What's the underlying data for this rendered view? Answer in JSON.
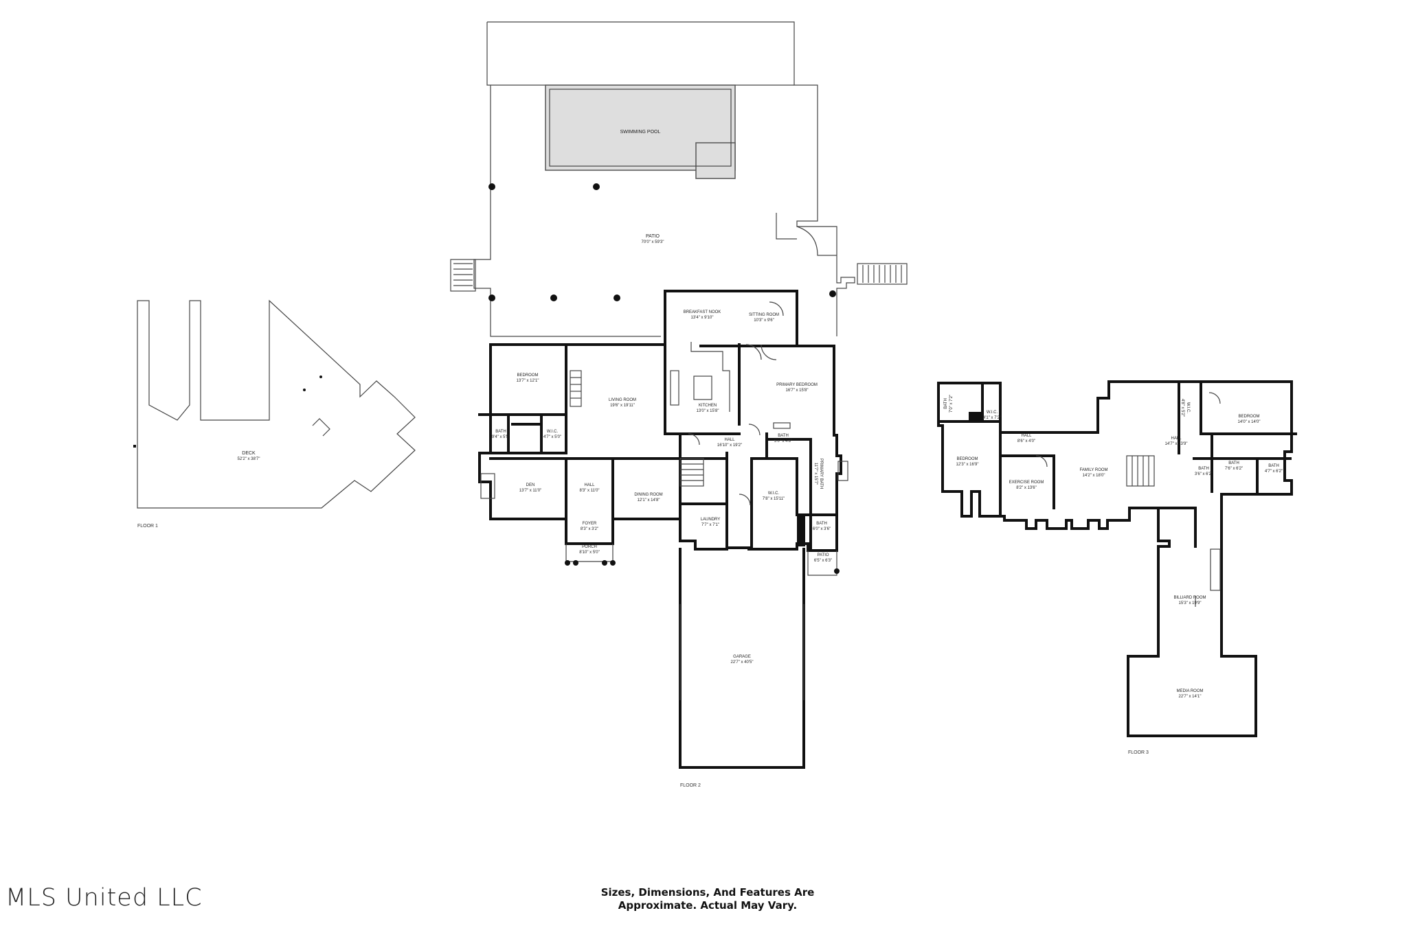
{
  "brand": "MLS United LLC",
  "disclaimer": {
    "line1": "Sizes, Dimensions, And Features Are",
    "line2": "Approximate. Actual May Vary."
  },
  "floors": {
    "floor1": {
      "label": "FLOOR 1",
      "rooms": {
        "deck": {
          "name": "DECK",
          "dim": "52'2\" x 38'7\""
        }
      }
    },
    "floor2": {
      "label": "FLOOR 2",
      "rooms": {
        "pool": {
          "name": "SWIMMING POOL",
          "dim": ""
        },
        "patio": {
          "name": "PATIO",
          "dim": "70'0\" x 59'3\""
        },
        "breakfast": {
          "name": "BREAKFAST NOOK",
          "dim": "13'4\" x 9'10\""
        },
        "sitting": {
          "name": "SITTING ROOM",
          "dim": "10'3\" x 9'6\""
        },
        "bedroom": {
          "name": "BEDROOM",
          "dim": "13'7\" x 12'1\""
        },
        "living": {
          "name": "LIVING ROOM",
          "dim": "19'6\" x 19'11\""
        },
        "kitchen": {
          "name": "KITCHEN",
          "dim": "13'0\" x 15'8\""
        },
        "primary_bedroom": {
          "name": "PRIMARY BEDROOM",
          "dim": "16'7\" x 15'8\""
        },
        "bath_a": {
          "name": "BATH",
          "dim": "9'4\" x 5'5\""
        },
        "wic_a": {
          "name": "W.I.C.",
          "dim": "4'7\" x 5'0\""
        },
        "hall_main": {
          "name": "HALL",
          "dim": "16'10\" x 19'2\""
        },
        "bath_b": {
          "name": "BATH",
          "dim": "5'0\" x 4'8\""
        },
        "den": {
          "name": "DEN",
          "dim": "13'7\" x 11'0\""
        },
        "hall_b": {
          "name": "HALL",
          "dim": "8'3\" x 11'0\""
        },
        "dining": {
          "name": "DINING ROOM",
          "dim": "12'1\" x 14'8\""
        },
        "wic_b": {
          "name": "W.I.C.",
          "dim": "7'8\" x 15'11\""
        },
        "primary_bath": {
          "name": "PRIMARY BATH",
          "dim": "11'7\" x 15'7\""
        },
        "laundry": {
          "name": "LAUNDRY",
          "dim": "7'7\" x 7'1\""
        },
        "foyer": {
          "name": "FOYER",
          "dim": "8'3\" x 3'2\""
        },
        "porch": {
          "name": "PORCH",
          "dim": "8'10\" x 5'0\""
        },
        "bath_c": {
          "name": "BATH",
          "dim": "6'0\" x 3'6\""
        },
        "patio_small": {
          "name": "PATIO",
          "dim": "6'5\" x 6'3\""
        },
        "garage": {
          "name": "GARAGE",
          "dim": "22'7\" x 40'5\""
        }
      }
    },
    "floor3": {
      "label": "FLOOR 3",
      "rooms": {
        "bath_a": {
          "name": "BATH",
          "dim": "7'0\" x 7'2\""
        },
        "wic_a": {
          "name": "W.I.C.",
          "dim": "4'1\" x 7'2\""
        },
        "bedroom_a": {
          "name": "BEDROOM",
          "dim": "12'3\" x 16'9\""
        },
        "hall_a": {
          "name": "HALL",
          "dim": "8'6\" x 4'0\""
        },
        "exercise": {
          "name": "EXERCISE ROOM",
          "dim": "8'2\" x 13'6\""
        },
        "family": {
          "name": "FAMILY ROOM",
          "dim": "14'2\" x 18'0\""
        },
        "hall_b": {
          "name": "HALL",
          "dim": "14'7\" x 13'9\""
        },
        "wic_b": {
          "name": "W.I.C.",
          "dim": "4'8\" x 5'2\""
        },
        "bedroom_b": {
          "name": "BEDROOM",
          "dim": "14'0\" x 14'0\""
        },
        "bath_b": {
          "name": "BATH",
          "dim": "3'6\" x 6'2\""
        },
        "bath_c": {
          "name": "BATH",
          "dim": "7'6\" x 6'2\""
        },
        "bath_d": {
          "name": "BATH",
          "dim": "4'7\" x 6'2\""
        },
        "billiard": {
          "name": "BILLIARD ROOM",
          "dim": "15'3\" x 19'9\""
        },
        "media": {
          "name": "MEDIA ROOM",
          "dim": "22'7\" x 14'1\""
        }
      }
    }
  }
}
